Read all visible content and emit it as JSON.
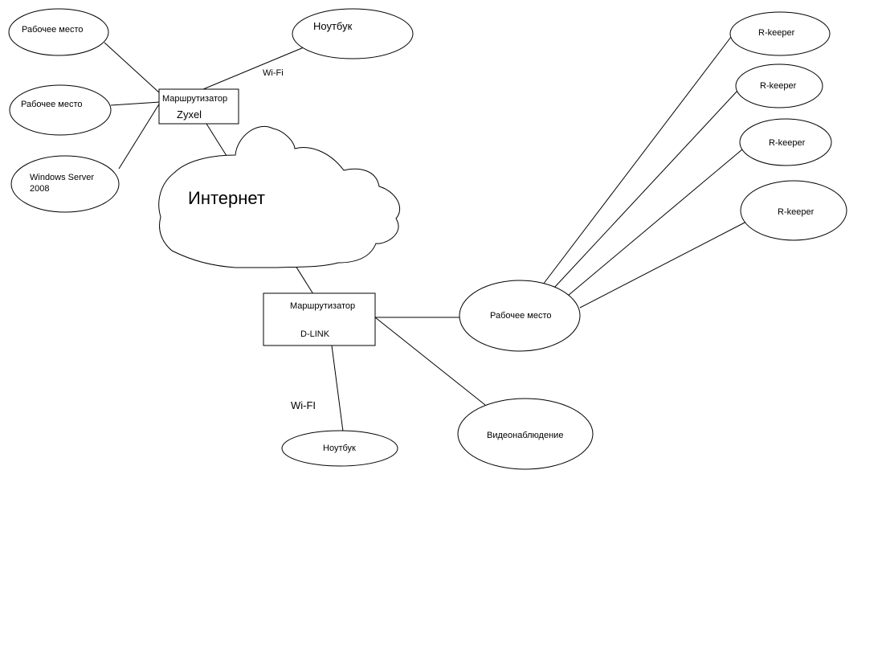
{
  "nodes": {
    "ws_top": "Рабочее место",
    "ws_mid": "Рабочее место",
    "server_line1": "Windows Server",
    "server_line2": "2008",
    "laptop_top": "Ноутбук",
    "router_zyxel_line1": "Маршрутизатор",
    "router_zyxel_line2": "Zyxel",
    "internet": "Интернет",
    "router_dlink_line1": "Маршрутизатор",
    "router_dlink_line2": "D-LINK",
    "laptop_bottom": "Ноутбук",
    "ws_center": "Рабочее место",
    "video": "Видеонаблюдение",
    "rk1": "R-keeper",
    "rk2": "R-keeper",
    "rk3": "R-keeper",
    "rk4": "R-keeper"
  },
  "labels": {
    "wifi_top": "Wi-Fi",
    "wifi_bottom": "Wi-FI"
  }
}
